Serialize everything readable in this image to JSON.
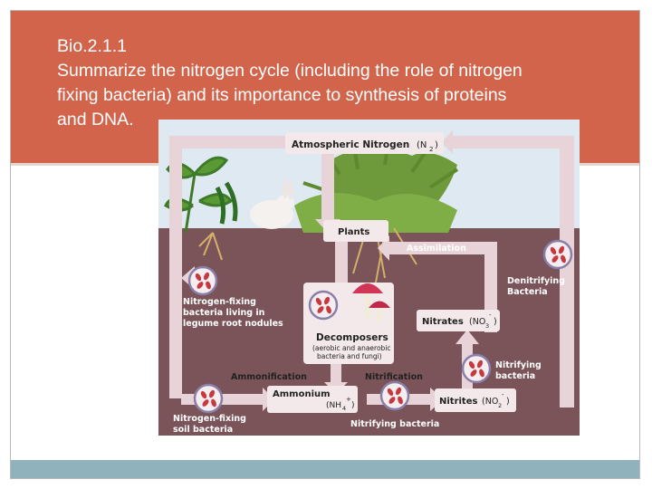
{
  "slide": {
    "title_lines": [
      "Bio.2.1.1",
      "Summarize the nitrogen cycle (including the role of nitrogen",
      "fixing bacteria) and its importance to synthesis of proteins",
      "and DNA."
    ]
  },
  "diagram": {
    "atmospheric_nitrogen": "Atmospheric Nitrogen",
    "atmospheric_nitrogen_formula": "(N",
    "atmospheric_nitrogen_sub": "2",
    "atmospheric_nitrogen_close": ")",
    "plants": "Plants",
    "assimilation": "Assimilation",
    "denitrifying_bacteria_1": "Denitrifying",
    "denitrifying_bacteria_2": "Bacteria",
    "nitrogen_fixing_root_1": "Nitrogen-fixing",
    "nitrogen_fixing_root_2": "bacteria living in",
    "nitrogen_fixing_root_3": "legume root nodules",
    "decomposers": "Decomposers",
    "decomposers_sub_1": "(aerobic and anaerobic",
    "decomposers_sub_2": "bacteria and fungi)",
    "nitrates": "Nitrates",
    "nitrates_formula": "(NO",
    "nitrates_sub": "3",
    "nitrates_sup": "-",
    "nitrates_close": ")",
    "ammonification": "Ammonification",
    "nitrification": "Nitrification",
    "nitrifying_bacteria_right_1": "Nitrifying",
    "nitrifying_bacteria_right_2": "bacteria",
    "ammonium": "Ammonium",
    "ammonium_formula": "(NH",
    "ammonium_sub": "4",
    "ammonium_sup": "+",
    "ammonium_close": ")",
    "nitrites": "Nitrites",
    "nitrites_formula": "(NO",
    "nitrites_sub": "2",
    "nitrites_sup": "-",
    "nitrites_close": ")",
    "nitrogen_fixing_soil_1": "Nitrogen-fixing",
    "nitrogen_fixing_soil_2": "soil bacteria",
    "nitrifying_bacteria_bottom": "Nitrifying bacteria"
  },
  "colors": {
    "header": "#d1644b",
    "footer": "#8fb2bd",
    "sky": "#dfe9f2",
    "soil": "#7a5458",
    "arrow": "#e7d3d8",
    "label_box": "#f3e9ea"
  }
}
